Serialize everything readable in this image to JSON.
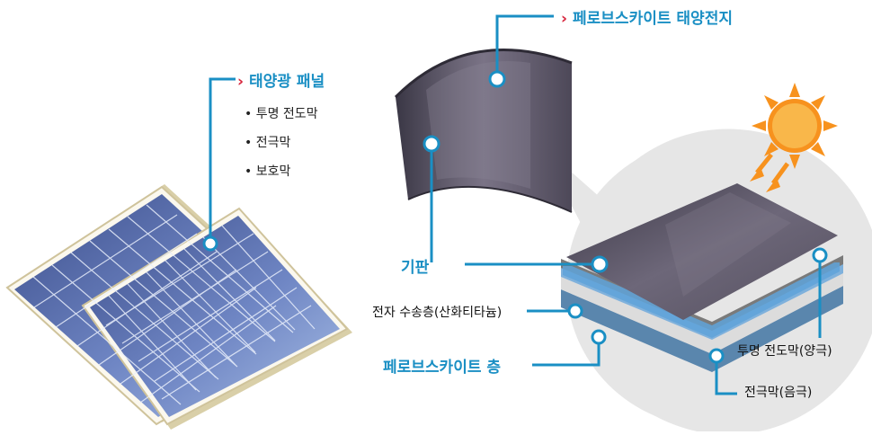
{
  "panel_section": {
    "title": "태양광 패널",
    "items": [
      "투명 전도막",
      "전극막",
      "보호막"
    ]
  },
  "perovskite_title": "페로브스카이트 태양전지",
  "layers": {
    "substrate": "기판",
    "electron_transport": "전자 수송층(산화티타늄)",
    "perovskite": "페로브스카이트 층",
    "transparent_electrode": "투명 전도막(양극)",
    "electrode": "전극막(음극)"
  },
  "colors": {
    "accent": "#1a8fc4",
    "chevron": "#d7263d",
    "panel_cell": "#4a5f9c",
    "sun": "#f7921e"
  }
}
